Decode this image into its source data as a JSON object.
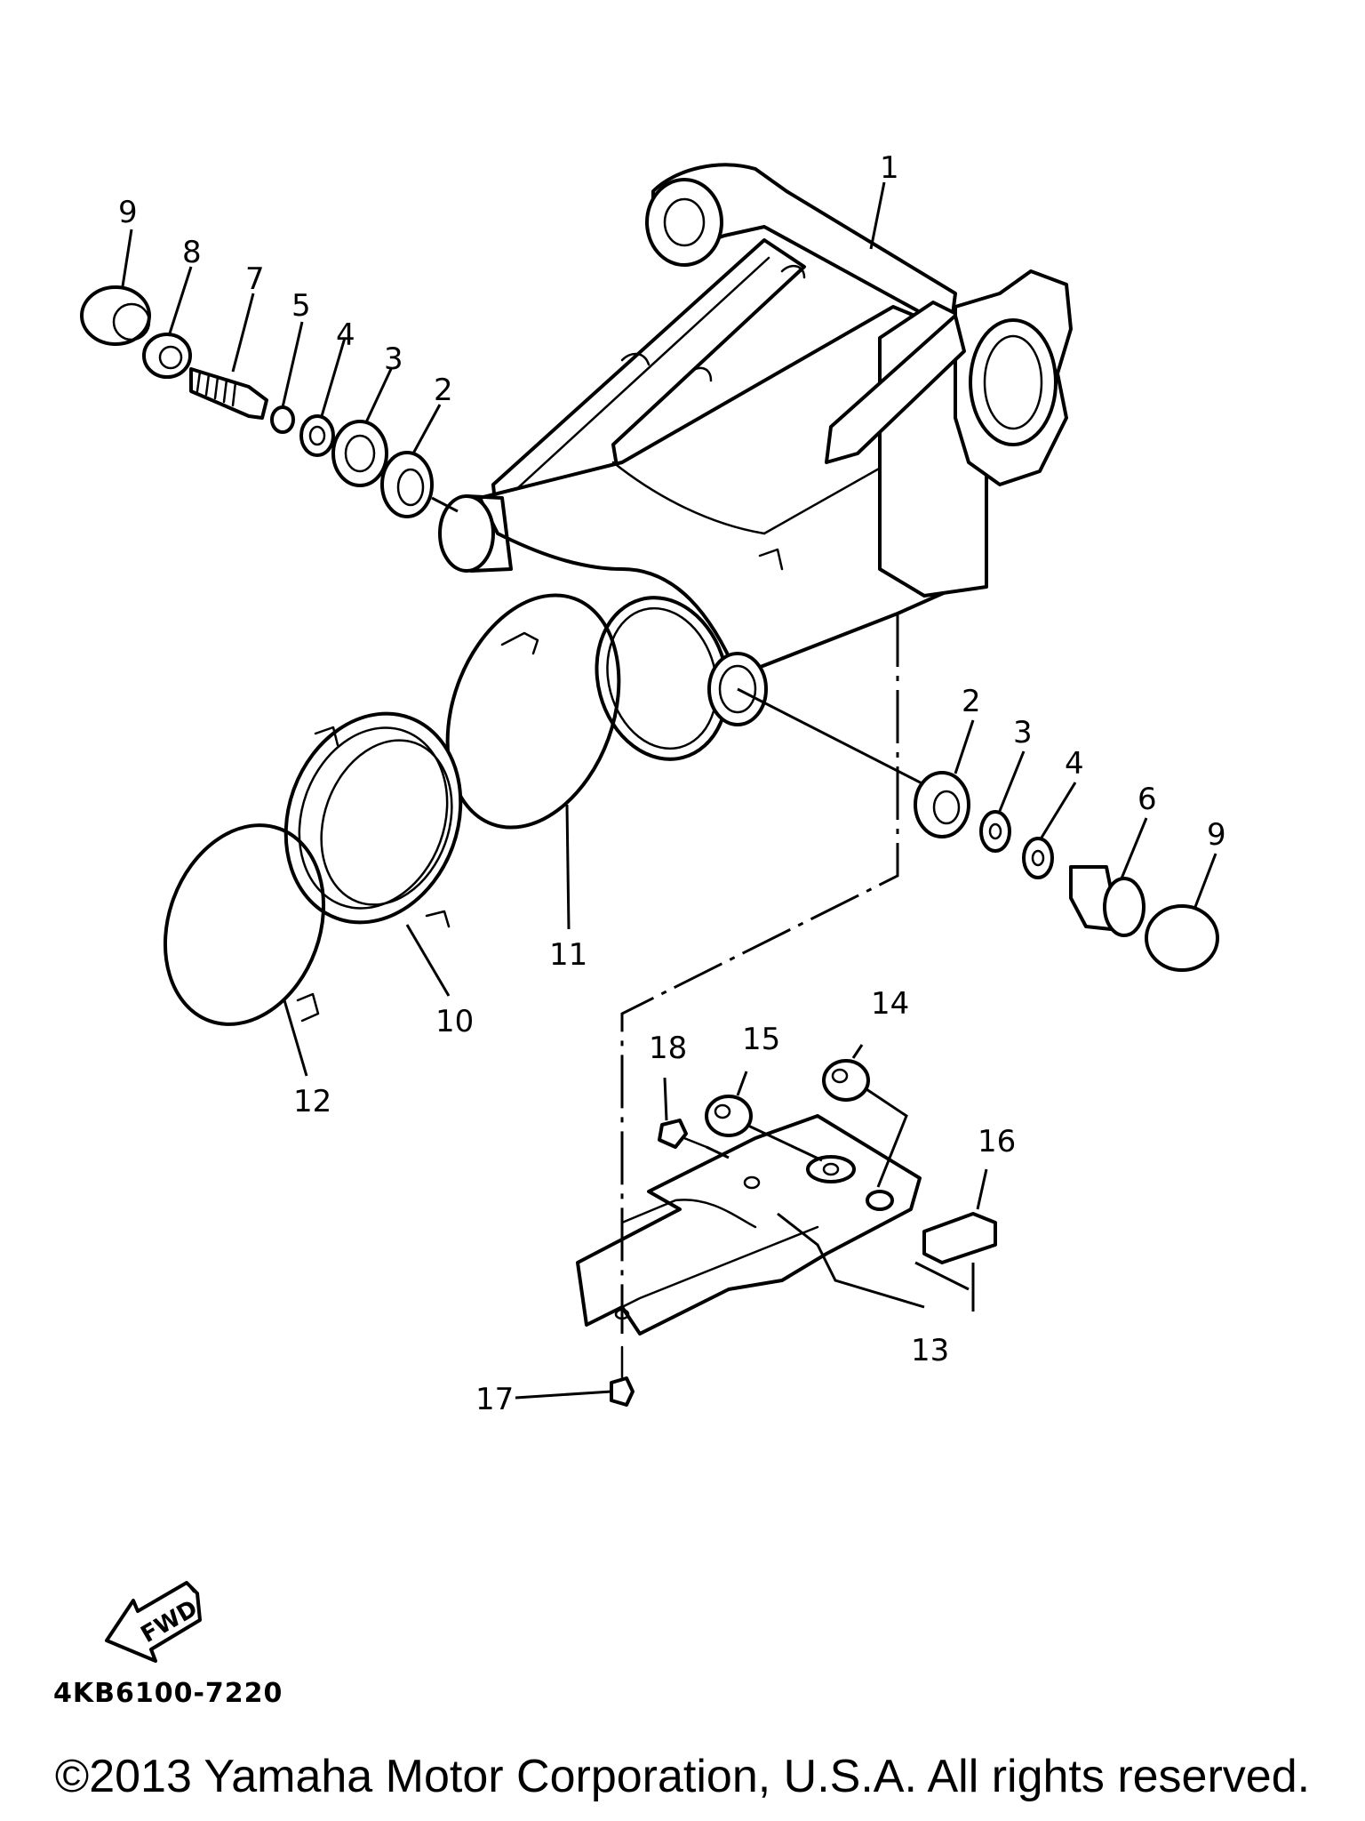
{
  "diagram": {
    "diagram_code": "4KB6100-7220",
    "copyright": "©2013 Yamaha Motor Corporation, U.S.A. All rights reserved.",
    "fwd_label": "FWD",
    "callouts": {
      "p1": "1",
      "p2_left": "2",
      "p3_left": "3",
      "p4_left": "4",
      "p5": "5",
      "p7": "7",
      "p8": "8",
      "p9_left": "9",
      "p2_right": "2",
      "p3_right": "3",
      "p4_right": "4",
      "p6": "6",
      "p9_right": "9",
      "p10": "10",
      "p11": "11",
      "p12": "12",
      "p13": "13",
      "p14": "14",
      "p15": "15",
      "p16": "16",
      "p17": "17",
      "p18": "18"
    }
  }
}
